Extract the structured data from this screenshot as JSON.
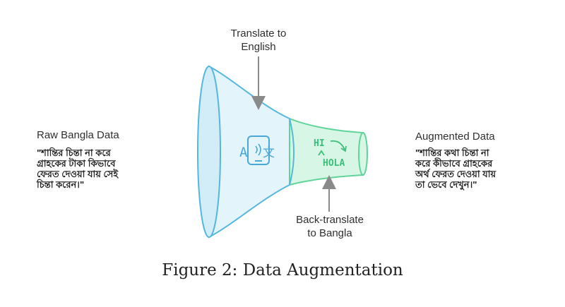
{
  "left": {
    "title": "Raw Bangla Data",
    "text": "\"শান্তির চিন্তা না করে\nগ্রাহকের টাকা কিভাবে\nফেরত দেওয়া যায় সেই\nচিন্তা করেন।\""
  },
  "right": {
    "title": "Augmented Data",
    "text": "\"শান্তির কথা চিন্তা না\nকরে কীভাবে গ্রাহকের\nঅর্থ ফেরত দেওয়া যায়\nতা ভেবে দেখুন।\""
  },
  "top_arrow": {
    "label": "Translate to\nEnglish"
  },
  "bottom_arrow": {
    "label": "Back-translate\nto Bangla"
  },
  "funnel": {
    "translate_icon_text": "A",
    "translate_icon_glyph": "文",
    "hi_text": "HI",
    "hola_text": "HOLA",
    "colors": {
      "blue_fill": "#e3f4fb",
      "blue_stroke": "#56b7de",
      "green_fill": "#d8f6e5",
      "green_stroke": "#5fd49a"
    }
  },
  "caption": "Figure 2: Data Augmentation"
}
